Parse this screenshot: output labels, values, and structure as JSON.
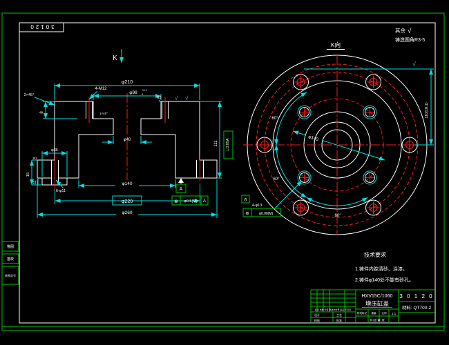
{
  "frame": {
    "corner_no": "30120",
    "surface_note": "其余",
    "surface_check": "√",
    "surface_note2": "铸造圆角R3-5",
    "margin_box1": "描图",
    "margin_box2": "描校",
    "margin_box3": "底图总号"
  },
  "section": {
    "view_letter": "K",
    "dim_top_overall": "φ210",
    "dim_tap_holes": "4-M12",
    "dim_bore": "φ98",
    "tol_upper": "+0.1",
    "tol_lower": "0",
    "chamfer": "2×45°",
    "chamfer_inner": "1×45°",
    "dim_wall": "8",
    "dim_center_hole": "φ40",
    "dim_cavity": "φ140",
    "dim_bolt_circle": "φ220",
    "dim_flange": "φ260",
    "dim_holes": "6-φ11",
    "dim_boss": "φ36",
    "dim_boss_h": "15",
    "dim_boss_h2": "11",
    "dim_height": "111",
    "fillet1": "R3",
    "fillet2": "R3",
    "surface1": "√",
    "surface2": "√",
    "datum": "A",
    "pos_sym": "⊕",
    "pos_tol": "φ0.5(M)",
    "pos_datum": "A",
    "perp_frame": "⊥0.05A"
  },
  "kview": {
    "title": "K向",
    "dim_inner_bc": "φ140",
    "angle": "60°",
    "dim_radius": "110(±0.1)",
    "dim_inner_holes": "4-φ13",
    "pos_sym": "⊕",
    "pos_tol": "φ0.08(M)",
    "balloon": "6",
    "surface": "√"
  },
  "tech": {
    "title": "技术要求",
    "item1": "1.铸件内腔清砂、涂漆。",
    "item2": "2.铸件φ140处不能有砂孔。"
  },
  "titleblock": {
    "model": "HXV15C/1060",
    "part_name": "增压缸盖",
    "drawing_no": "3 0 1 2 0",
    "material": "材料: QT700-2",
    "rev_row": "标记 处数 分区 更改文件号 签名 年月日",
    "sign1": "设计",
    "sign2": "校核",
    "sign3": "工艺",
    "sign4": "批准",
    "stage_label": "阶段标记",
    "weight_label": "重量",
    "scale_label": "比例",
    "scale_value": "1:1",
    "sheet": "共1张 第1张"
  }
}
